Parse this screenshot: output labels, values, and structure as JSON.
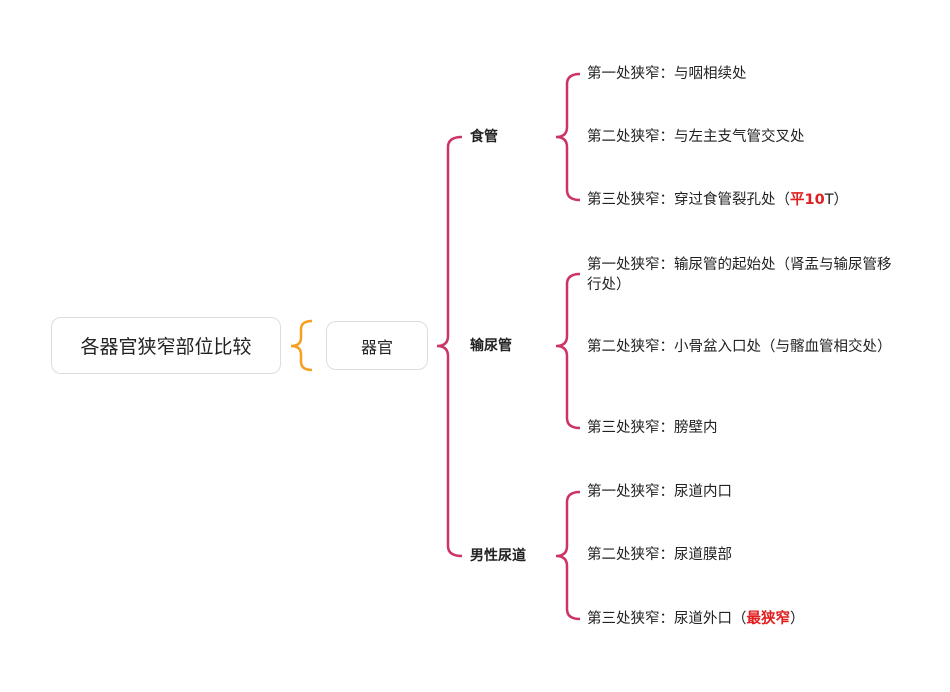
{
  "root": {
    "label": "各器官狭窄部位比较"
  },
  "organ": {
    "label": "器官"
  },
  "colors": {
    "orange_brace": "#f5a020",
    "pink_brace": "#cc3366",
    "highlight": "#e02020"
  },
  "branches": [
    {
      "label": "食管",
      "leaves": [
        {
          "text": "第一处狭窄：与咽相续处"
        },
        {
          "text": "第二处狭窄：与左主支气管交叉处"
        },
        {
          "text": "第三处狭窄：穿过食管裂孔处（",
          "highlight": "平10",
          "suffix": "T）"
        }
      ]
    },
    {
      "label": "输尿管",
      "leaves": [
        {
          "text": "第一处狭窄：输尿管的起始处（肾盂与输尿管移行处）"
        },
        {
          "text": "第二处狭窄：小骨盆入口处（与髂血管相交处）"
        },
        {
          "text": "第三处狭窄：膀壁内"
        }
      ]
    },
    {
      "label": "男性尿道",
      "leaves": [
        {
          "text": "第一处狭窄：尿道内口"
        },
        {
          "text": "第二处狭窄：尿道膜部"
        },
        {
          "text": "第三处狭窄：尿道外口（",
          "highlight": "最狭窄",
          "suffix": "）"
        }
      ]
    }
  ]
}
